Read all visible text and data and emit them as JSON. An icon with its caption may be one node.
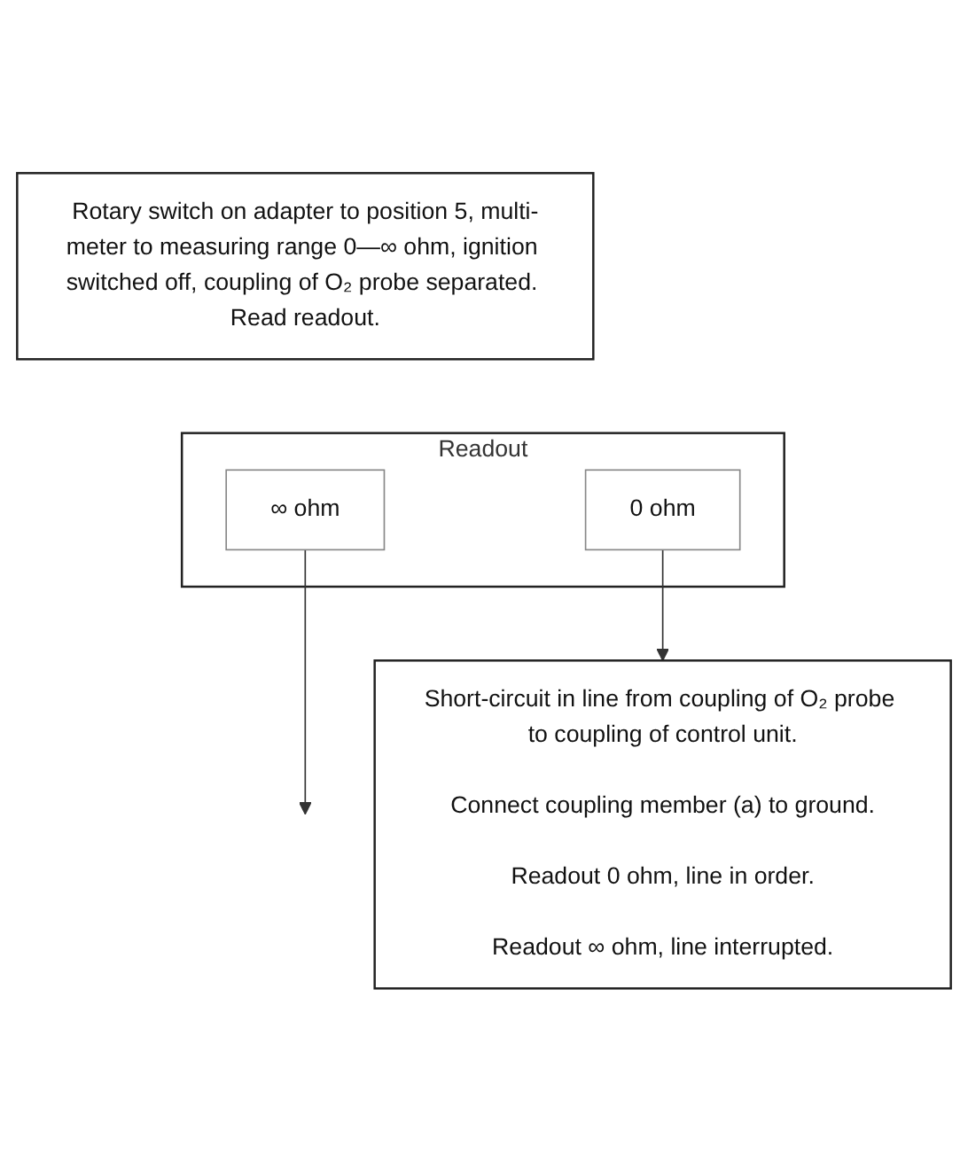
{
  "diagram": {
    "nodes": [
      {
        "text": [
          "Rotary switch on adapter to position 5, multi-meter to measuring range 0—∞ ohm, ignition switched off, coupling of O₂ probe separated. Read readout."
        ]
      },
      {
        "text": [
          "Readout"
        ]
      },
      {
        "text": [
          "∞ ohm"
        ],
        "in": 1
      },
      {
        "text": [
          "0 ohm"
        ],
        "in": 1
      },
      {
        "text": [
          "Short-circuit in line from coupling of O₂ probe to coupling of control unit.",
          "Connect coupling member (a) to ground.",
          "Readout 0 ohm, line in order.",
          "Readout ∞ ohm, line interrupted."
        ]
      }
    ],
    "edges": [
      {
        "from": 2,
        "to": null,
        "arrow": "to"
      },
      {
        "from": 3,
        "to": 4,
        "arrow": "to"
      }
    ]
  }
}
